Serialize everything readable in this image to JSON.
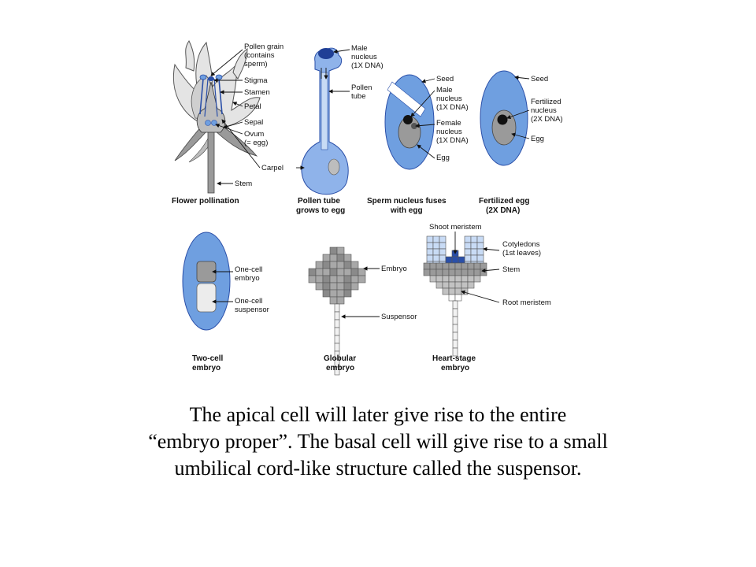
{
  "panels": {
    "flower": {
      "caption": "Flower pollination",
      "labels": [
        "Pollen grain",
        "(contains",
        "sperm)",
        "Stigma",
        "Stamen",
        "Petal",
        "Sepal",
        "Ovum",
        "(= egg)",
        "Carpel",
        "Stem"
      ]
    },
    "pollen_tube": {
      "caption": [
        "Pollen tube",
        "grows to egg"
      ],
      "labels": [
        "Male",
        "nucleus",
        "(1X DNA)",
        "Pollen",
        "tube"
      ]
    },
    "sperm_fuses": {
      "caption": [
        "Sperm nucleus fuses",
        "with egg"
      ],
      "labels": [
        "Seed",
        "Male",
        "nucleus",
        "(1X DNA)",
        "Female",
        "nucleus",
        "(1X DNA)",
        "Egg"
      ]
    },
    "fertilized": {
      "caption": [
        "Fertilized egg",
        "(2X DNA)"
      ],
      "labels": [
        "Seed",
        "Fertilized",
        "nucleus",
        "(2X DNA)",
        "Egg"
      ]
    },
    "two_cell": {
      "caption": [
        "Two-cell",
        "embryo"
      ],
      "labels": [
        "One-cell",
        "embryo",
        "One-cell",
        "suspensor"
      ]
    },
    "globular": {
      "caption": [
        "Globular",
        "embryo"
      ],
      "labels": [
        "Embryo",
        "Suspensor"
      ]
    },
    "heart": {
      "caption": [
        "Heart-stage",
        "embryo"
      ],
      "labels": [
        "Shoot meristem",
        "Cotyledons",
        "(1st leaves)",
        "Stem",
        "Root meristem"
      ]
    }
  },
  "caption_lines": [
    "The apical cell will later give rise to the entire",
    "“embryo proper”.  The basal cell will give rise to a small",
    "umbilical cord-like structure called the suspensor."
  ],
  "colors": {
    "blue": "#6f9fe0",
    "dark_blue": "#2a4fa8",
    "gray": "#9a9a9a",
    "light_gray": "#d6d6d6"
  }
}
